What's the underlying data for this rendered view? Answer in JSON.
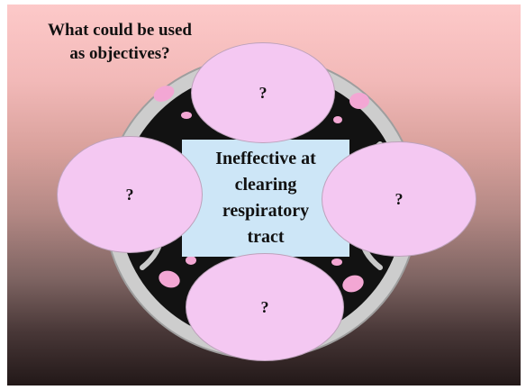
{
  "title": {
    "line1": "What could be used",
    "line2": "as objectives?"
  },
  "center": {
    "lines": [
      "Ineffective at",
      "clearing",
      "respiratory",
      "tract"
    ]
  },
  "nodes": {
    "top": "?",
    "left": "?",
    "right": "?",
    "bottom": "?"
  },
  "background_image": {
    "icon": "airway-cross-section-image"
  },
  "colors": {
    "ellipse_fill": "#f4c8f2",
    "center_box_fill": "#cde6f7",
    "background_top": "#fdc9c9",
    "background_bottom": "#221818"
  }
}
